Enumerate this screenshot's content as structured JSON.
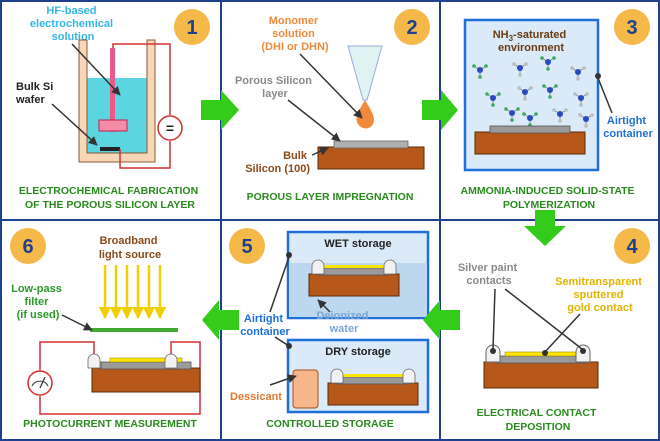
{
  "colors": {
    "border": "#1f3f8f",
    "title_green": "#2a8a1e",
    "badge_fill": "#f5b94a",
    "arrow_green": "#33cc1a",
    "substrate": "#b5581a",
    "electrolyte": "#5bd6e0",
    "container_blue": "#1f6fd8",
    "gold": "#ffe600"
  },
  "panels": [
    {
      "number": "1",
      "title_lines": [
        "ELECTROCHEMICAL FABRICATION",
        "OF THE POROUS SILICON LAYER"
      ],
      "labels": {
        "solution": [
          "HF-based",
          "electrochemical",
          "solution"
        ],
        "wafer": [
          "Bulk Si",
          "wafer"
        ],
        "source_symbol": "="
      }
    },
    {
      "number": "2",
      "title_lines": [
        "POROUS LAYER IMPREGNATION"
      ],
      "labels": {
        "monomer": [
          "Monomer",
          "solution",
          "(DHI or DHN)"
        ],
        "porous": [
          "Porous Silicon",
          "layer"
        ],
        "bulk": [
          "Bulk",
          "Silicon (100)"
        ]
      }
    },
    {
      "number": "3",
      "title_lines": [
        "AMMONIA-INDUCED SOLID-STATE",
        "POLYMERIZATION"
      ],
      "labels": {
        "environment_prefix": "NH",
        "environment_sub": "3",
        "environment_rest": "-saturated",
        "environment_line2": "environment",
        "container": [
          "Airtight",
          "container"
        ]
      }
    },
    {
      "number": "4",
      "title_lines": [
        "ELECTRICAL CONTACT",
        "DEPOSITION"
      ],
      "labels": {
        "silver": [
          "Silver paint",
          "contacts"
        ],
        "gold": [
          "Semitransparent",
          "sputtered",
          "gold contact"
        ]
      }
    },
    {
      "number": "5",
      "title_lines": [
        "CONTROLLED STORAGE"
      ],
      "labels": {
        "wet": "WET storage",
        "dry": "DRY storage",
        "container": [
          "Airtight",
          "container"
        ],
        "water": [
          "Deionized",
          "water"
        ],
        "dessicant": "Dessicant"
      }
    },
    {
      "number": "6",
      "title_lines": [
        "PHOTOCURRENT MEASUREMENT"
      ],
      "labels": {
        "light": [
          "Broadband",
          "light source"
        ],
        "filter": [
          "Low-pass",
          "filter",
          "(if used)"
        ]
      }
    }
  ]
}
